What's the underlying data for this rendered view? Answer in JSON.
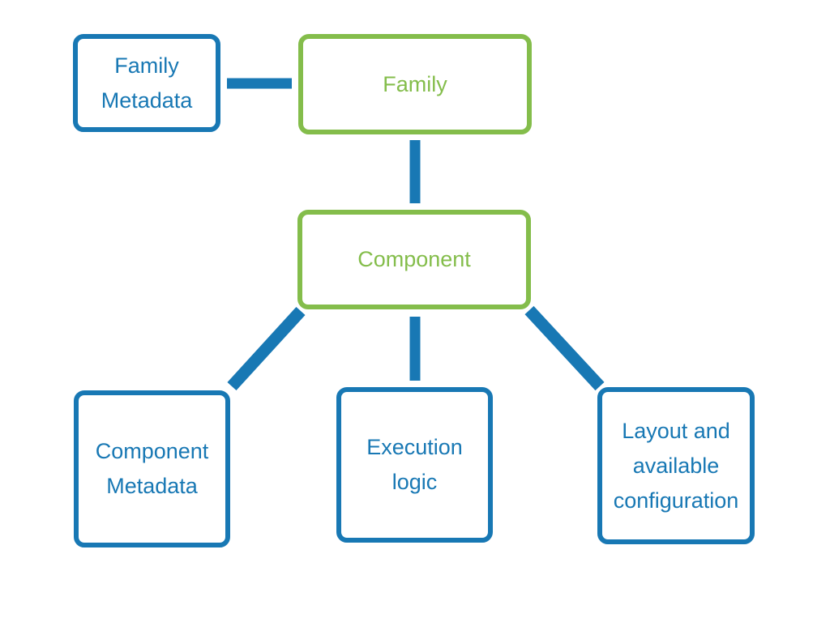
{
  "diagram": {
    "type": "flowchart",
    "nodes": [
      {
        "id": "family-metadata",
        "label": "Family Metadata",
        "style": "blue"
      },
      {
        "id": "family",
        "label": "Family",
        "style": "green"
      },
      {
        "id": "component",
        "label": "Component",
        "style": "green"
      },
      {
        "id": "component-metadata",
        "label": "Component Metadata",
        "style": "blue"
      },
      {
        "id": "execution-logic",
        "label": "Execution logic",
        "style": "blue"
      },
      {
        "id": "layout-configuration",
        "label": "Layout and available configuration",
        "style": "blue"
      }
    ],
    "edges": [
      {
        "from": "family-metadata",
        "to": "family"
      },
      {
        "from": "family",
        "to": "component"
      },
      {
        "from": "component",
        "to": "component-metadata"
      },
      {
        "from": "component",
        "to": "execution-logic"
      },
      {
        "from": "component",
        "to": "layout-configuration"
      }
    ]
  },
  "colors": {
    "blue": "#1878b4",
    "green": "#84bd4b",
    "background": "#ffffff"
  }
}
